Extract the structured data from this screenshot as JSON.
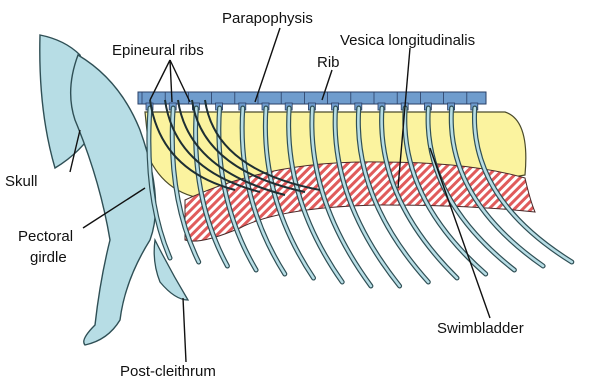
{
  "labels": {
    "parapophysis": "Parapophysis",
    "epineural_ribs": "Epineural ribs",
    "vesica": "Vesica longitudinalis",
    "rib": "Rib",
    "skull": "Skull",
    "pectoral_line1": "Pectoral",
    "pectoral_line2": "girdle",
    "swimbladder": "Swimbladder",
    "post_cleithrum": "Post-cleithrum"
  },
  "colors": {
    "bone": "#b7dde5",
    "bone_outline": "#2f4f55",
    "vertebra": "#6f9ccd",
    "swimbladder_fill": "#fbf39f",
    "vesica_fill": "#e46a6a",
    "leader": "#111111"
  }
}
